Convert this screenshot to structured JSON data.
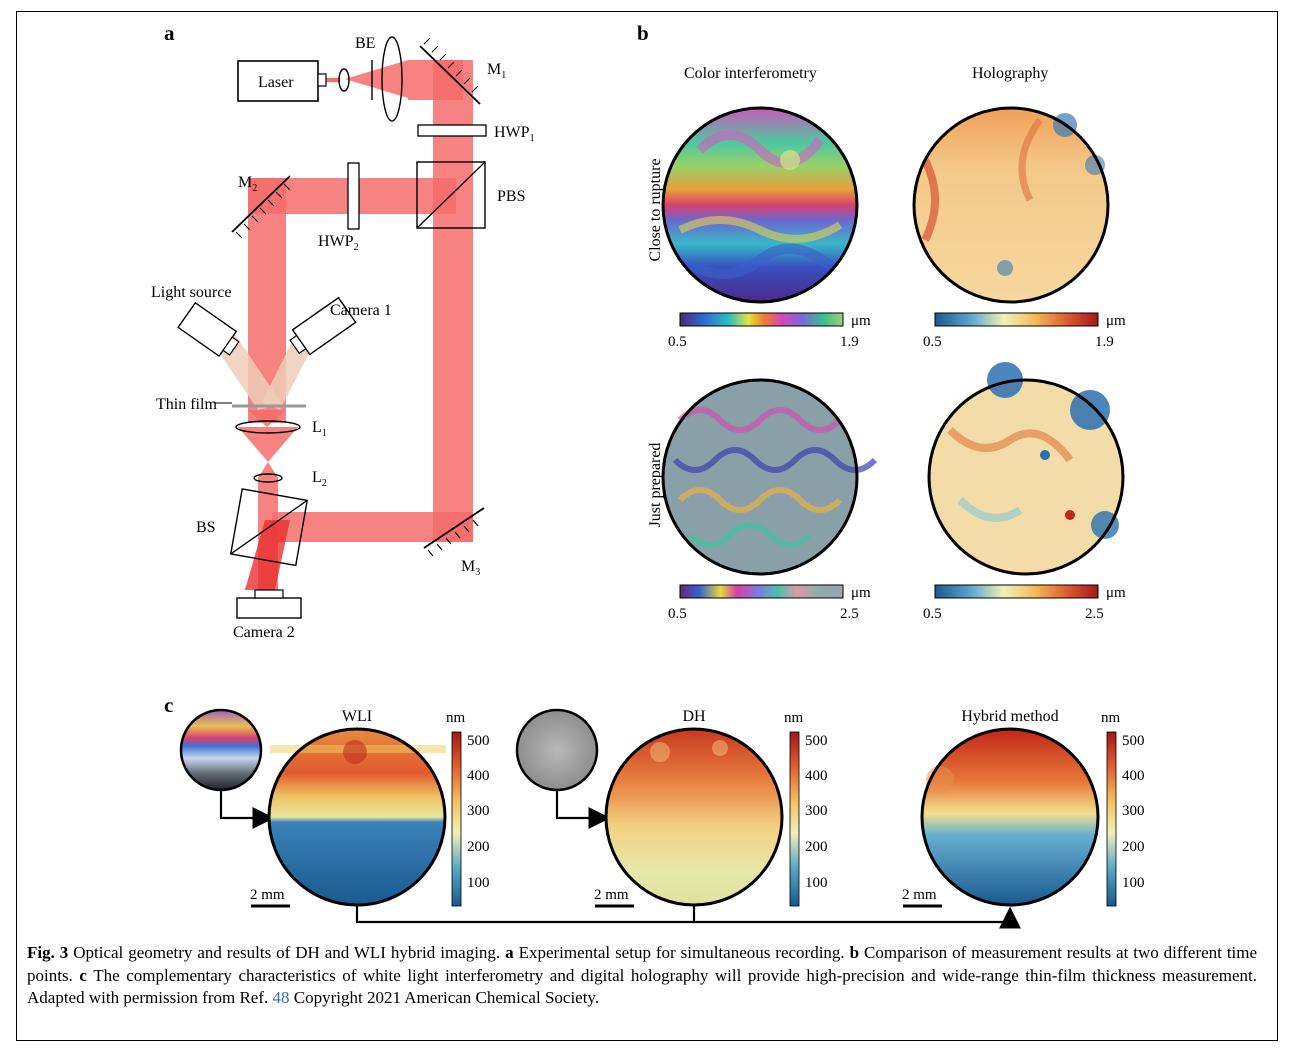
{
  "panel_labels": {
    "a": "a",
    "b": "b",
    "c": "c"
  },
  "setup": {
    "laser": "Laser",
    "be": "BE",
    "m1": "M",
    "m1_sub": "1",
    "hwp1": "HWP",
    "hwp1_sub": "1",
    "pbs": "PBS",
    "m2": "M",
    "m2_sub": "2",
    "hwp2": "HWP",
    "hwp2_sub": "2",
    "light_source": "Light source",
    "camera1": "Camera 1",
    "thin_film": "Thin film",
    "l1": "L",
    "l1_sub": "1",
    "l2": "L",
    "l2_sub": "2",
    "bs": "BS",
    "m3": "M",
    "m3_sub": "3",
    "camera2": "Camera 2",
    "beam_color": "#f56c6c",
    "light_color": "#f0cdb7"
  },
  "comparison": {
    "col1_title": "Color interferometry",
    "col2_title": "Holography",
    "row1_label": "Close to rupture",
    "row2_label": "Just prepared",
    "unit": "μm",
    "row1_min": "0.5",
    "row1_max": "1.9",
    "row2_min": "0.5",
    "row2_max": "2.5"
  },
  "hybrid": {
    "wli": "WLI",
    "dh": "DH",
    "hybrid": "Hybrid method",
    "unit": "nm",
    "ticks": [
      "500",
      "400",
      "300",
      "200",
      "100"
    ],
    "scale_bar": "2 mm"
  },
  "caption": {
    "fig": "Fig. 3",
    "title": "Optical geometry and results of DH and WLI hybrid imaging.",
    "a": "a",
    "a_text": "Experimental setup for simultaneous recording.",
    "b": "b",
    "b_text": "Comparison of measurement results at two different time points.",
    "c": "c",
    "c_text": "The complementary characteristics of white light interferometry and digital holography will provide high-precision and wide-range thin-film thickness measurement. Adapted with permission from Ref.",
    "ref": "48",
    "tail": "Copyright 2021 American Chemical Society."
  }
}
